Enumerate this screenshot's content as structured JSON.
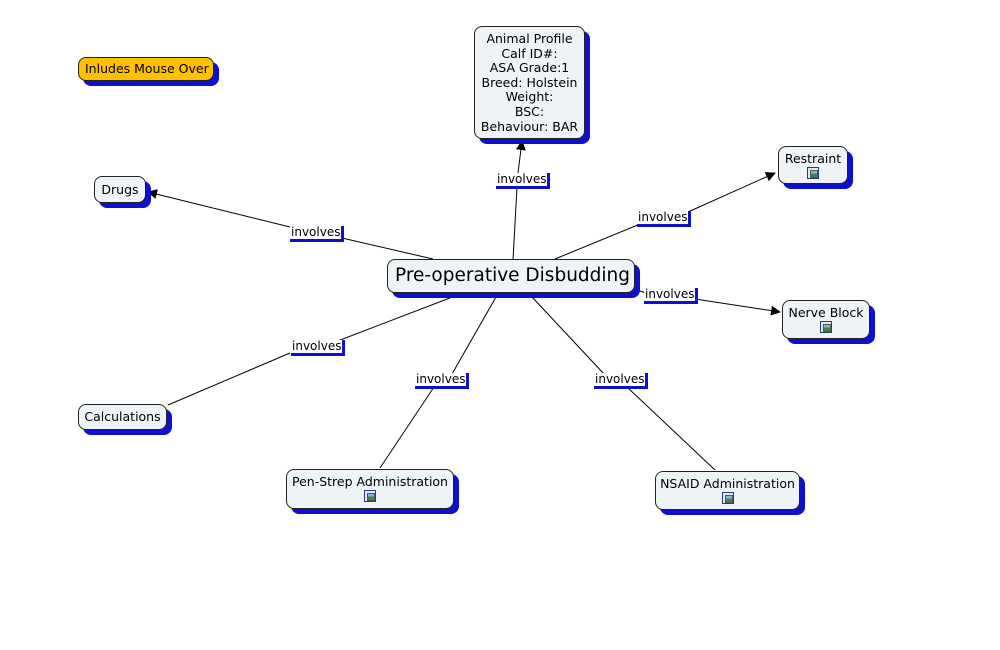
{
  "colors": {
    "node_fill": "#eef3f6",
    "node_shadow": "#0f0fd0",
    "note_fill": "#ffc000",
    "edge": "#000000"
  },
  "note": {
    "label": "Inludes Mouse Over"
  },
  "central": {
    "label": "Pre-operative Disbudding"
  },
  "animal_profile": {
    "lines": [
      "Animal Profile",
      "Calf ID#:",
      "ASA Grade:1",
      "Breed: Holstein",
      "Weight:",
      "BSC:",
      "Behaviour: BAR"
    ]
  },
  "nodes": {
    "drugs": "Drugs",
    "restraint": "Restraint",
    "nerve_block": "Nerve Block",
    "calculations": "Calculations",
    "pen_strep": "Pen-Strep Administration",
    "nsaid": "NSAID Administration"
  },
  "links": {
    "to_profile": "involves",
    "to_drugs": "involves",
    "to_restraint": "involves",
    "to_nerve_block": "involves",
    "to_calculations": "involves",
    "to_pen_strep": "involves",
    "to_nsaid": "involves"
  },
  "icons": {
    "restraint": "image-resource-icon",
    "nerve_block": "image-resource-icon",
    "pen_strep": "image-resource-icon",
    "nsaid": "image-resource-icon"
  }
}
